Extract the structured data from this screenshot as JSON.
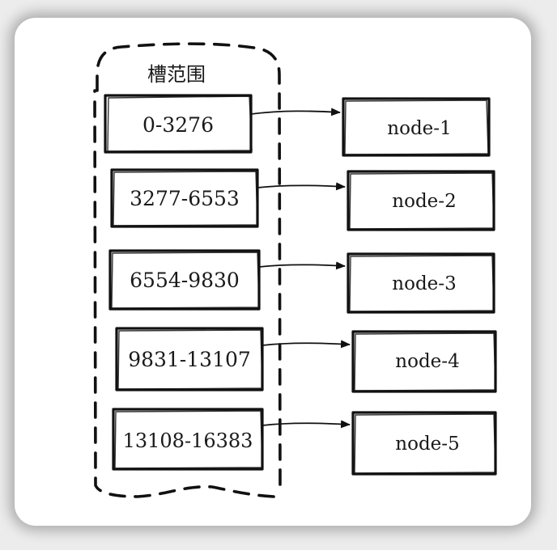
{
  "group_title": "槽范围",
  "slots": [
    {
      "range": "0-3276",
      "node": "node-1"
    },
    {
      "range": "3277-6553",
      "node": "node-2"
    },
    {
      "range": "6554-9830",
      "node": "node-3"
    },
    {
      "range": "9831-13107",
      "node": "node-4"
    },
    {
      "range": "13108-16383",
      "node": "node-5"
    }
  ]
}
